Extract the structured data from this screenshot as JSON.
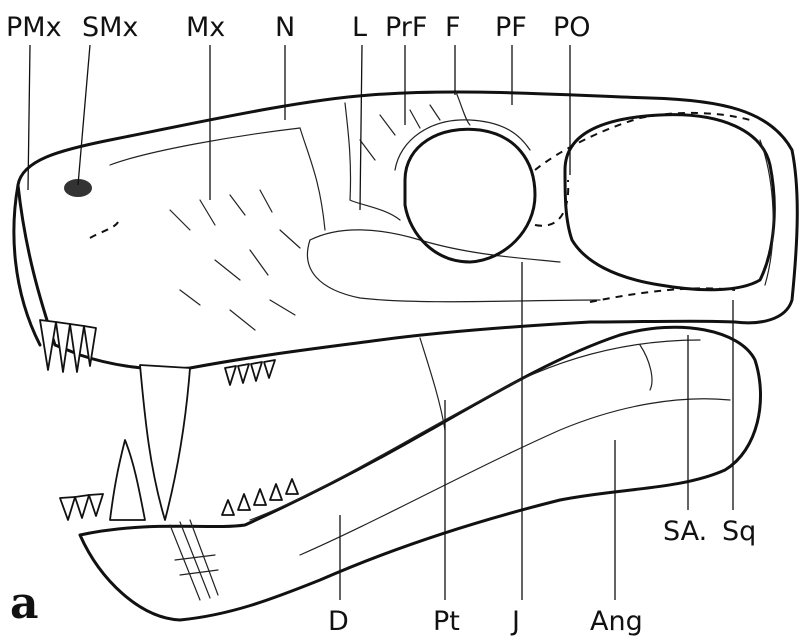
{
  "figure": {
    "panel_label": "a",
    "labels": {
      "pmx": "PMx",
      "smx": "SMx",
      "mx": "Mx",
      "n": "N",
      "l": "L",
      "prf": "PrF",
      "f": "F",
      "pf": "PF",
      "po": "PO",
      "sa": "SA.",
      "sq": "Sq",
      "d": "D",
      "pt": "Pt",
      "j": "J",
      "ang": "Ang"
    }
  }
}
